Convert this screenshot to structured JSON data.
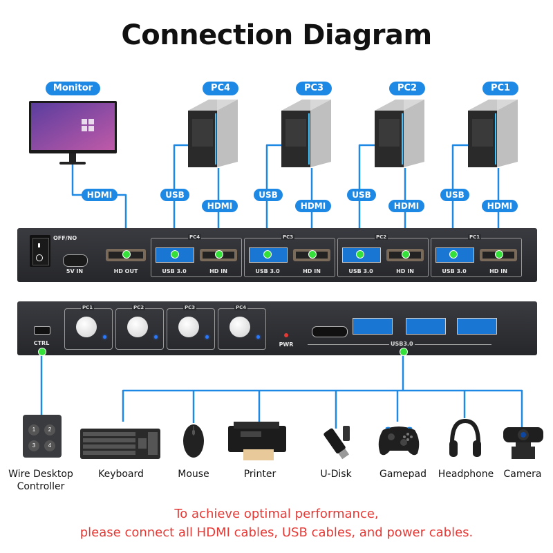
{
  "title": "Connection Diagram",
  "labels": {
    "monitor": "Monitor",
    "pc4": "PC4",
    "pc3": "PC3",
    "pc2": "PC2",
    "pc1": "PC1",
    "hdmi": "HDMI",
    "usb": "USB"
  },
  "back_panel": {
    "switch_label": "OFF/NO",
    "power_port": "5V IN",
    "hd_out": "HD OUT",
    "usb30": "USB 3.0",
    "hd_in": "HD IN",
    "groups": [
      "PC4",
      "PC3",
      "PC2",
      "PC1"
    ]
  },
  "front_panel": {
    "buttons": [
      "PC1",
      "PC2",
      "PC3",
      "PC4"
    ],
    "ctrl": "CTRL",
    "pwr": "PWR",
    "usb_group": "USB3.0"
  },
  "devices": {
    "wire_controller_line1": "Wire Desktop",
    "wire_controller_line2": "Controller",
    "keyboard": "Keyboard",
    "mouse": "Mouse",
    "printer": "Printer",
    "udisk": "U-Disk",
    "gamepad": "Gamepad",
    "headphone": "Headphone",
    "camera": "Camera"
  },
  "controller_keys": [
    "1",
    "2",
    "3",
    "4"
  ],
  "note": {
    "line1": "To achieve optimal performance,",
    "line2": "please connect all HDMI cables, USB cables, and power cables."
  },
  "colors": {
    "cable": "#1e88e5",
    "node": "#35e03a",
    "note": "#e53935",
    "panel": "#2c2d31"
  }
}
